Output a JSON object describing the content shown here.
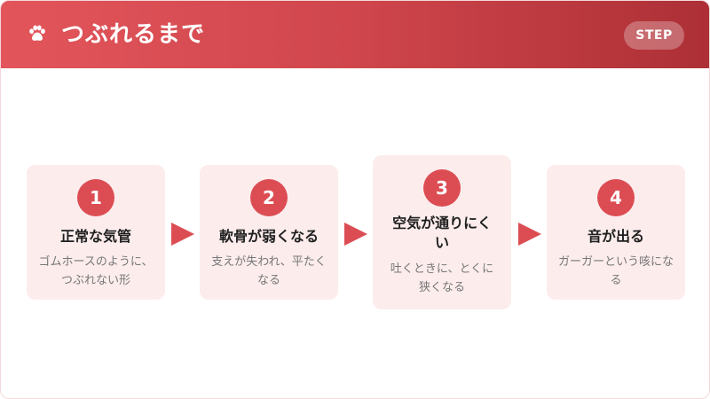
{
  "header": {
    "icon": "paw-icon",
    "title": "つぶれるまで",
    "badge": "STEP"
  },
  "colors": {
    "accent": "#dc4d53",
    "header_start": "#e2555b",
    "header_end": "#ad3036",
    "card_bg": "#fcecec"
  },
  "steps": [
    {
      "number": "1",
      "title": "正常な気管",
      "description": "ゴムホースのように、つぶれない形"
    },
    {
      "number": "2",
      "title": "軟骨が弱くなる",
      "description": "支えが失われ、平たくなる"
    },
    {
      "number": "3",
      "title": "空気が通りにくい",
      "description": "吐くときに、とくに狭くなる"
    },
    {
      "number": "4",
      "title": "音が出る",
      "description": "ガーガーという咳になる"
    }
  ]
}
